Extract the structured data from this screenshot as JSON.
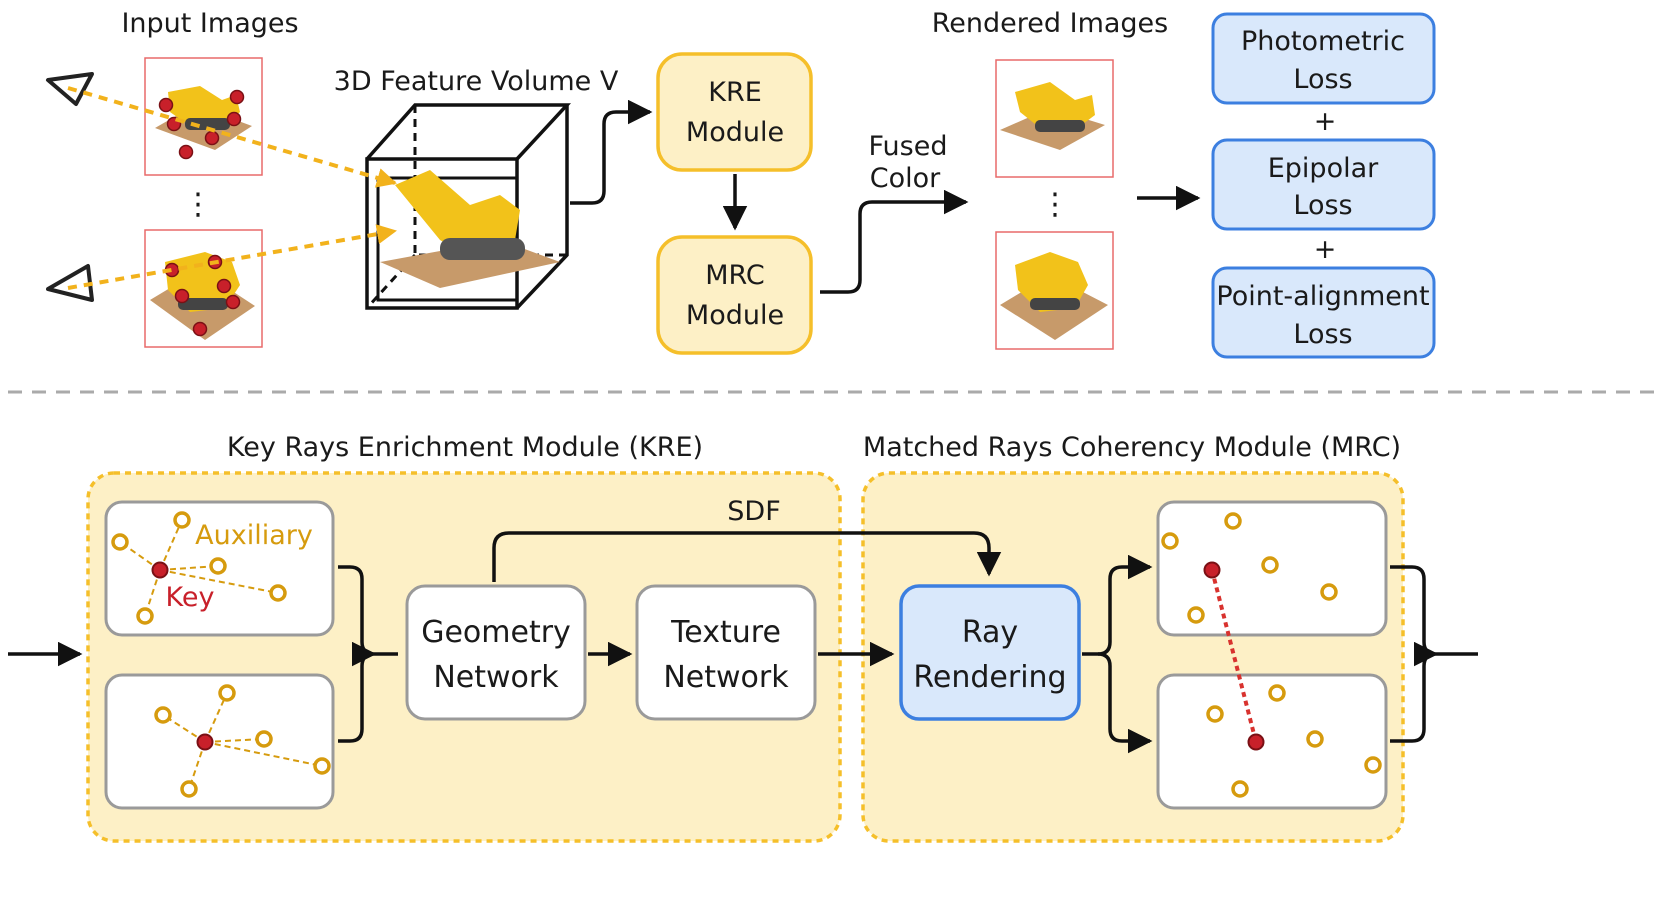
{
  "top": {
    "input_title": "Input Images",
    "volume_title": "3D Feature Volume V",
    "rendered_title": "Rendered Images",
    "kre_box": [
      "KRE",
      "Module"
    ],
    "mrc_box": [
      "MRC",
      "Module"
    ],
    "fused_label": [
      "Fused",
      "Color"
    ],
    "ellipsis": "⋮",
    "losses": [
      [
        "Photometric",
        "Loss"
      ],
      [
        "Epipolar",
        "Loss"
      ],
      [
        "Point-alignment",
        "Loss"
      ]
    ],
    "plus": "+"
  },
  "bottom": {
    "kre_title": "Key Rays Enrichment Module (KRE)",
    "mrc_title": "Matched Rays Coherency Module (MRC)",
    "auxiliary_label": "Auxiliary",
    "key_label": "Key",
    "sdf_label": "SDF",
    "geometry_box": [
      "Geometry",
      "Network"
    ],
    "texture_box": [
      "Texture",
      "Network"
    ],
    "ray_box": [
      "Ray",
      "Rendering"
    ]
  },
  "colors": {
    "accent_yellow": "#f5bf2a",
    "panel_fill": "#fdf0c6",
    "blue_fill": "#d9e8fb",
    "blue_stroke": "#3c7fe0",
    "key_red": "#c8202a",
    "aux_gold": "#d69b0e",
    "photo_border": "#e86a6a"
  }
}
